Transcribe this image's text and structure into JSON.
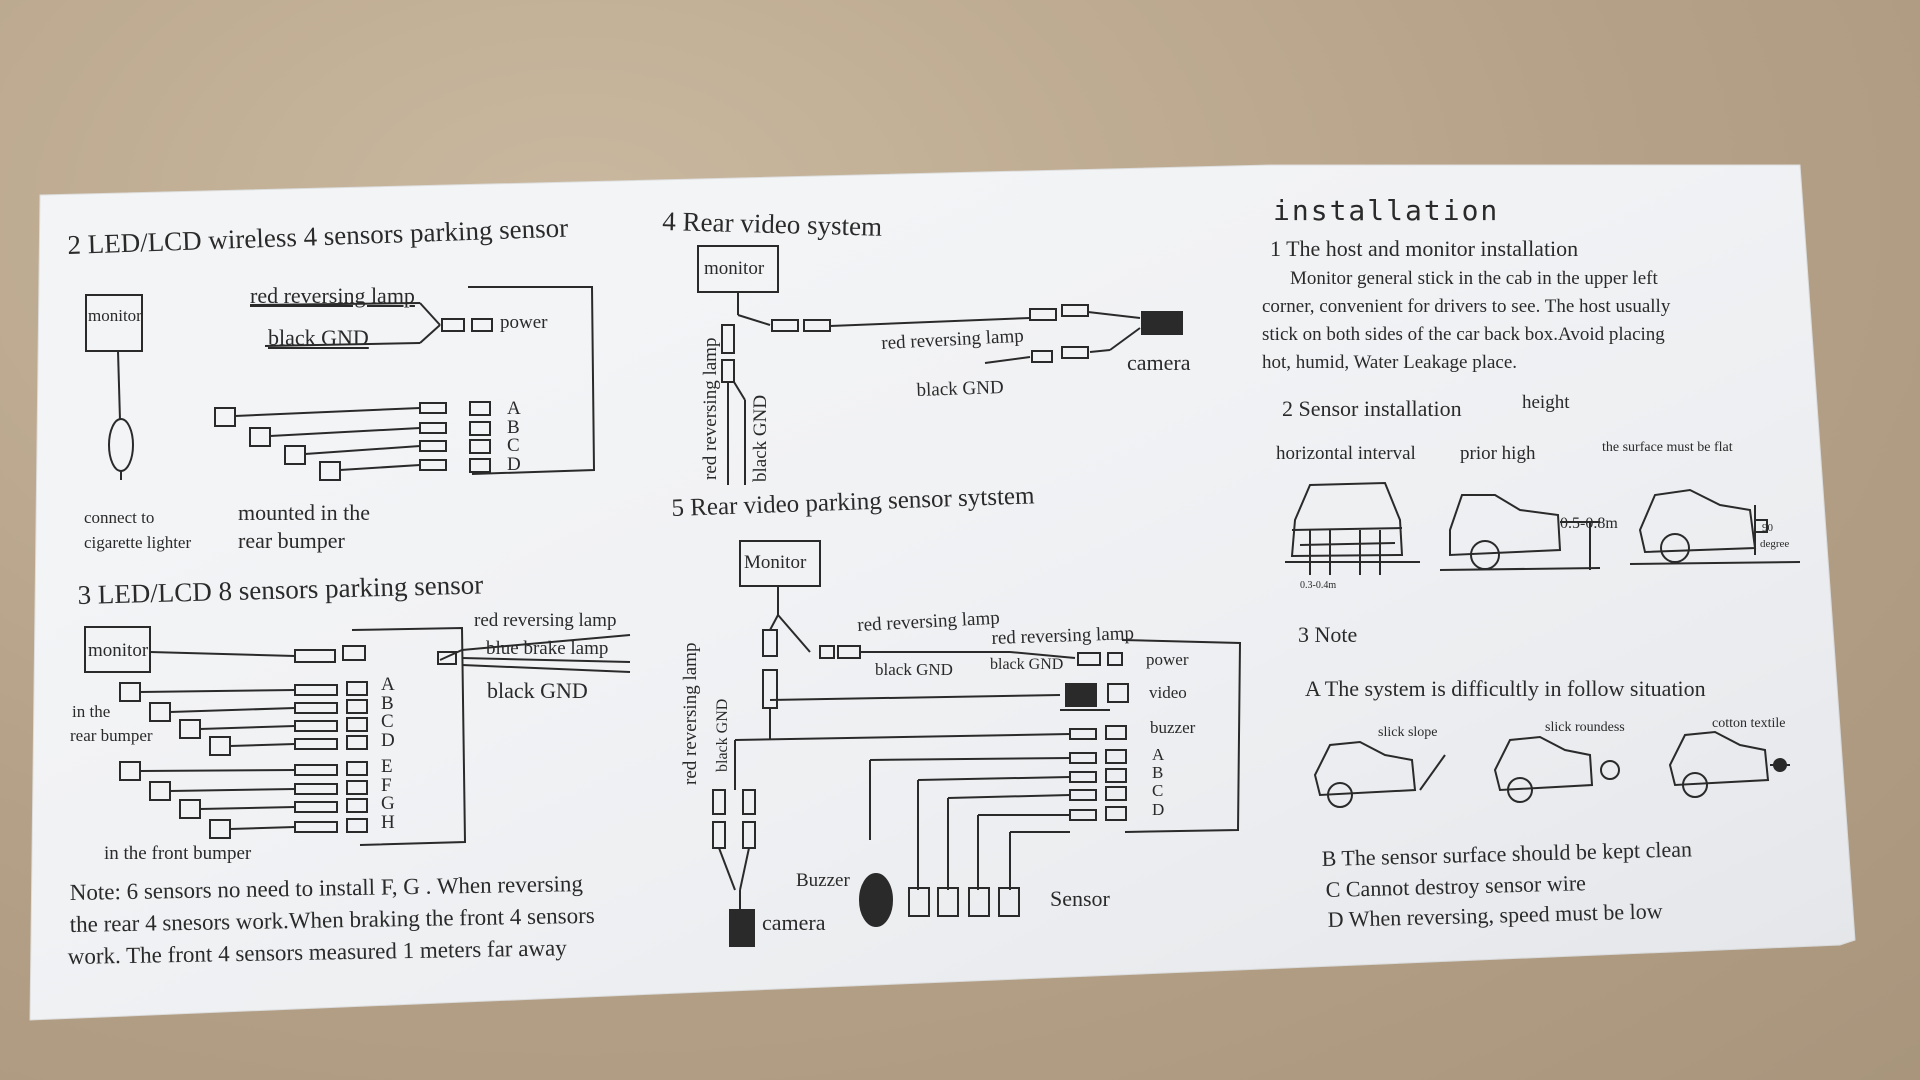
{
  "sec2": {
    "title": "2 LED/LCD wireless 4 sensors parking sensor",
    "monitor": "monitor",
    "red": "red  reversing  lamp",
    "black": "black  GND",
    "power": "power",
    "ports": [
      "A",
      "B",
      "C",
      "D"
    ],
    "connect1": "connect to",
    "connect2": "cigarette lighter",
    "mounted1": "mounted  in  the",
    "mounted2": "rear  bumper"
  },
  "sec3": {
    "title": "3 LED/LCD  8 sensors  parking  sensor",
    "monitor": "monitor",
    "red": "red  reversing  lamp",
    "blue": "blue  brake lamp",
    "black": "black    GND",
    "rear1": "in  the",
    "rear2": "rear bumper",
    "ports": [
      "A",
      "B",
      "C",
      "D",
      "E",
      "F",
      "G",
      "H"
    ],
    "front": "in  the  front bumper",
    "note1": "Note:   6  sensors no need to install F, G . When reversing",
    "note2": "the  rear 4 snesors work.When braking  the front 4 sensors",
    "note3": "work. The front 4 sensors measured 1 meters far away"
  },
  "sec4": {
    "title": "4  Rear  video   system",
    "monitor": "monitor",
    "red_v": "red reversing lamp",
    "black_v": "black  GND",
    "red": "red  reversing lamp",
    "black": "black   GND",
    "camera": "camera"
  },
  "sec5": {
    "title": "5  Rear  video  parking  sensor  sytstem",
    "monitor": "Monitor",
    "red_v": "red  reversing lamp",
    "black_v": "black GND",
    "red1": "red  reversing lamp",
    "black1": "black GND",
    "red2": "red  reversing lamp",
    "black2": "black GND",
    "ports": [
      "power",
      "video",
      "buzzer",
      "A",
      "B",
      "C",
      "D"
    ],
    "buzzer": "Buzzer",
    "camera": "camera",
    "sensor": "Sensor"
  },
  "install": {
    "title": "installation",
    "h1": "1  The  host and monitor  installation",
    "p1": "Monitor general stick in the cab in the upper left",
    "p2": "corner, convenient for drivers to see. The host usually",
    "p3": "stick on both sides of the car back box.Avoid placing",
    "p4": "hot, humid, Water Leakage place.",
    "h2": "2  Sensor installation",
    "height": "height",
    "lbl_interval": "horizontal  interval",
    "lbl_prior": "prior high",
    "lbl_surface": "the surface must be flat",
    "dim1": "0.5-0.8m",
    "dim2": "0.3-0.4m",
    "deg": "90",
    "deg2": "degree",
    "h3": "3  Note",
    "noteA": "A  The  system  is  difficultly  in follow  situation",
    "slick": "slick slope",
    "round": "slick roundess",
    "cotton": "cotton textile",
    "noteB": "B  The sensor  surface should be kept clean",
    "noteC": "C  Cannot destroy sensor wire",
    "noteD": "D  When reversing, speed must be low"
  }
}
